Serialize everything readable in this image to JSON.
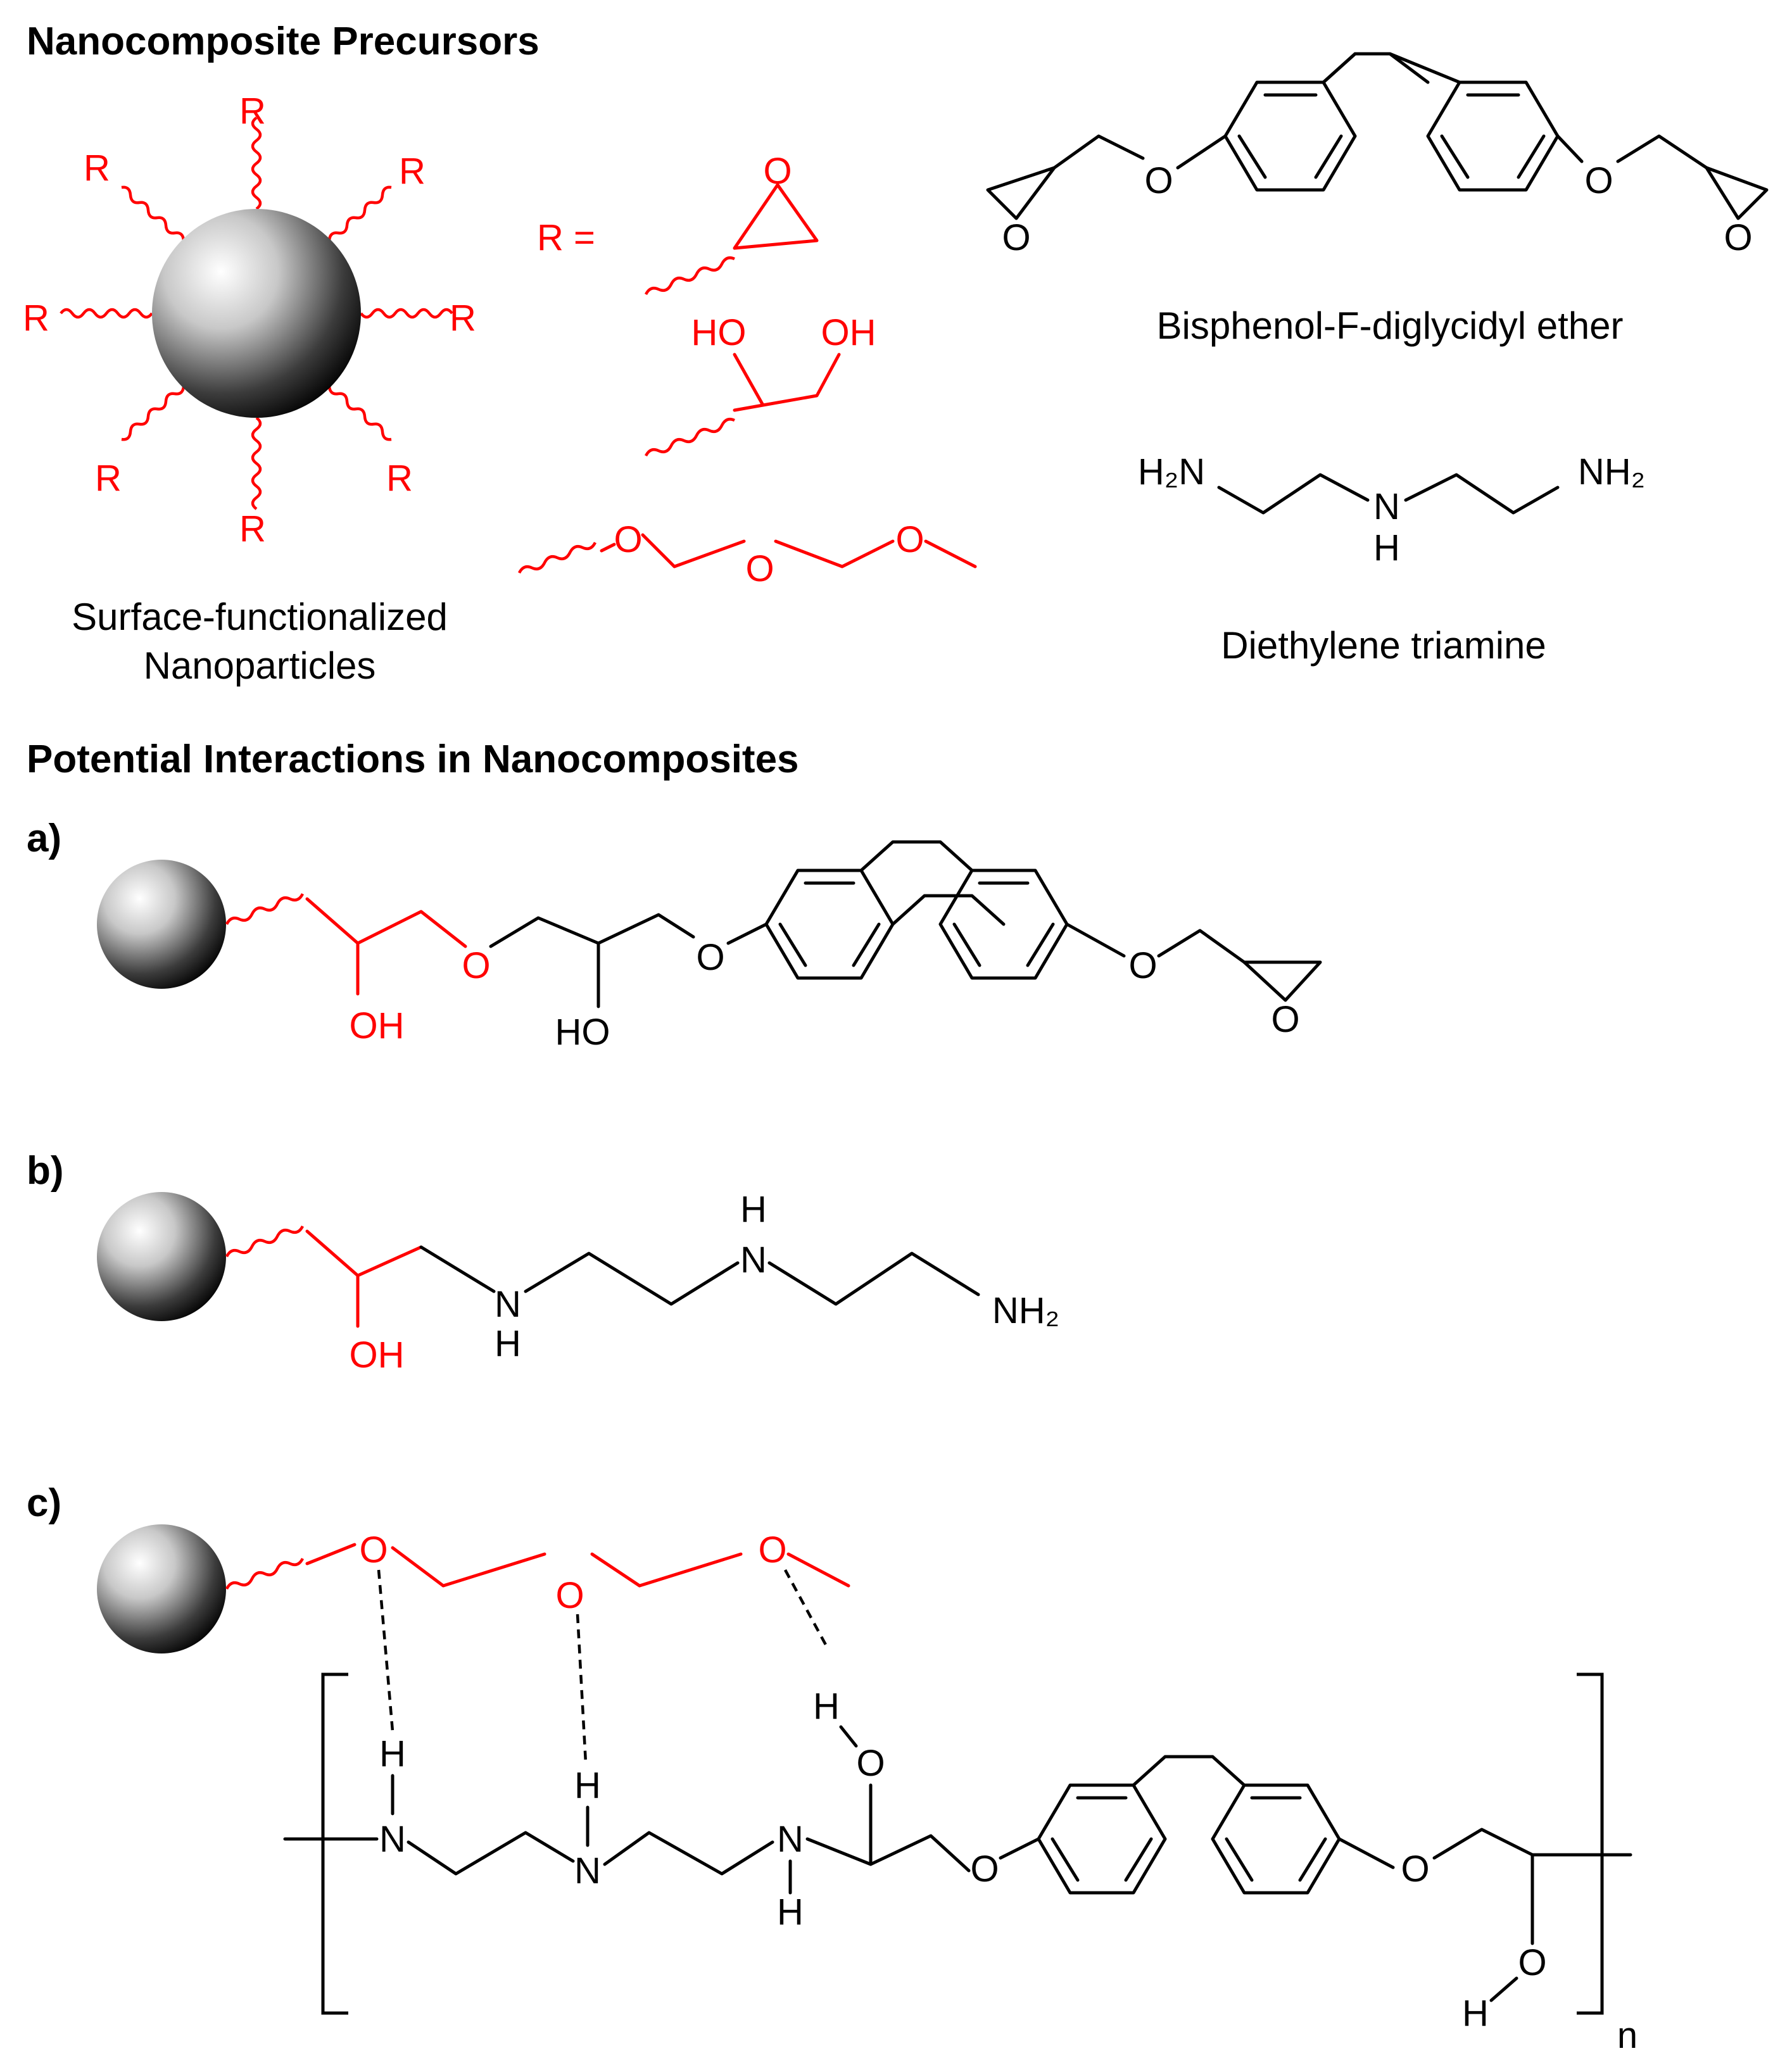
{
  "headings": {
    "precursors": "Nanocomposite Precursors",
    "interactions": "Potential Interactions in Nanocomposites"
  },
  "panel_labels": {
    "a": "a)",
    "b": "b)",
    "c": "c)"
  },
  "captions": {
    "nanoparticles_line1": "Surface-functionalized",
    "nanoparticles_line2": "Nanoparticles",
    "bfde": "Bisphenol-F-diglycidyl ether",
    "deta": "Diethylene triamine"
  },
  "atoms": {
    "R": "R",
    "R_equals": "R =",
    "O": "O",
    "OH": "OH",
    "HO": "HO",
    "N": "N",
    "H": "H",
    "H2N": "H₂N",
    "NH2": "NH₂",
    "n": "n"
  },
  "colors": {
    "highlight": "#ff0000",
    "structure": "#000000"
  }
}
